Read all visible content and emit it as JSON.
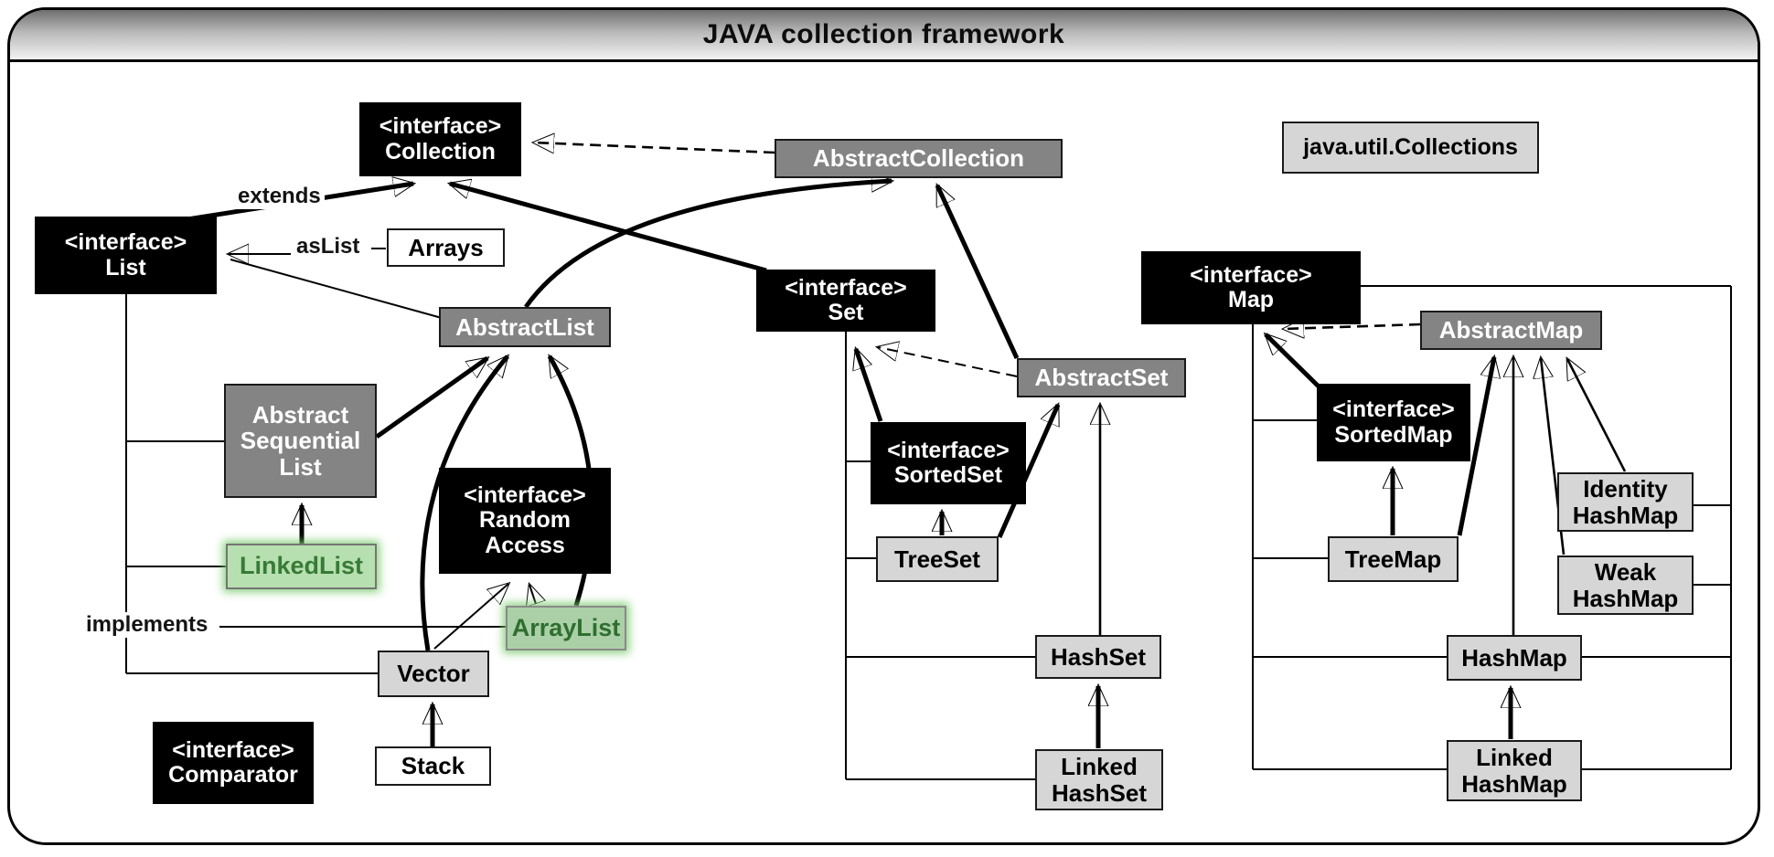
{
  "title": "JAVA collection framework",
  "labels": {
    "extends": "extends",
    "aslist": "asList",
    "implements": "implements"
  },
  "colors": {
    "interface_box": "#000000",
    "abstract_box": "#848484",
    "class_box": "#d6d6d6",
    "plain_box": "#ffffff",
    "highlight_box": "#b7e0b0",
    "highlight_text": "#377b36",
    "line": "#000000"
  },
  "boxes": {
    "collection": {
      "l1": "<interface>",
      "l2": "Collection"
    },
    "list": {
      "l1": "<interface>",
      "l2": "List"
    },
    "arrays": {
      "l1": "Arrays"
    },
    "abstract_collection": {
      "l1": "AbstractCollection"
    },
    "util_collections": {
      "l1": "java.util.Collections"
    },
    "abstract_list": {
      "l1": "AbstractList"
    },
    "abstract_sequential_list": {
      "l1": "Abstract",
      "l2": "Sequential",
      "l3": "List"
    },
    "linked_list": {
      "l1": "LinkedList"
    },
    "random_access": {
      "l1": "<interface>",
      "l2": "Random",
      "l3": "Access"
    },
    "array_list": {
      "l1": "ArrayList"
    },
    "vector": {
      "l1": "Vector"
    },
    "stack": {
      "l1": "Stack"
    },
    "comparator": {
      "l1": "<interface>",
      "l2": "Comparator"
    },
    "set": {
      "l1": "<interface>",
      "l2": "Set"
    },
    "abstract_set": {
      "l1": "AbstractSet"
    },
    "sorted_set": {
      "l1": "<interface>",
      "l2": "SortedSet"
    },
    "tree_set": {
      "l1": "TreeSet"
    },
    "hash_set": {
      "l1": "HashSet"
    },
    "linked_hash_set": {
      "l1": "Linked",
      "l2": "HashSet"
    },
    "map": {
      "l1": "<interface>",
      "l2": "Map"
    },
    "abstract_map": {
      "l1": "AbstractMap"
    },
    "sorted_map": {
      "l1": "<interface>",
      "l2": "SortedMap"
    },
    "tree_map": {
      "l1": "TreeMap"
    },
    "identity_hash_map": {
      "l1": "Identity",
      "l2": "HashMap"
    },
    "weak_hash_map": {
      "l1": "Weak",
      "l2": "HashMap"
    },
    "hash_map": {
      "l1": "HashMap"
    },
    "linked_hash_map": {
      "l1": "Linked",
      "l2": "HashMap"
    }
  }
}
